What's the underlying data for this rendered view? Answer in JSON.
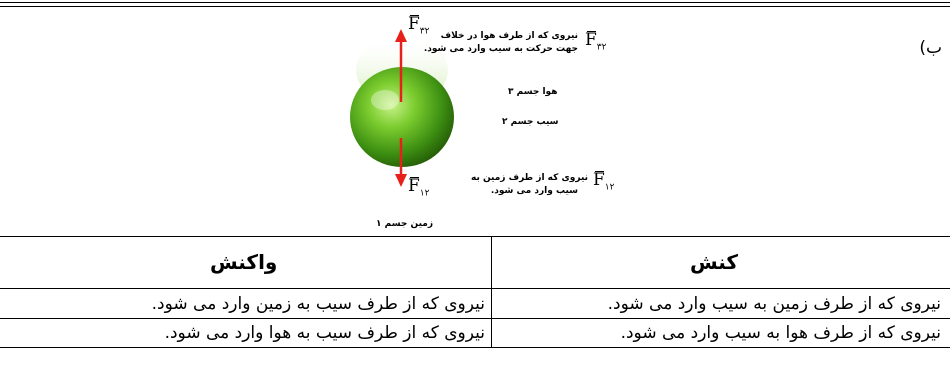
{
  "figure": {
    "part_label": "ب)",
    "force_32_symbol": "F",
    "force_32_sub": "۳۲",
    "force_12_symbol": "F",
    "force_12_sub": "۱۲",
    "caption_32_line1": "نیروی که از طرف هوا در خلاف",
    "caption_32_line2": "جهت حرکت به سیب وارد می شود.",
    "caption_12_line1": "نیروی که از طرف زمین به",
    "caption_12_line2": "سیب وارد می شود.",
    "air_label": "هوا جسم ۳",
    "apple_label": "سیب جسم ۲",
    "earth_label": "زمین جسم ۱",
    "arrow_color": "#e8201c"
  },
  "table": {
    "header_action": "کنش",
    "header_reaction": "واکنش",
    "rows": [
      {
        "action": "نیروی که از طرف زمین به سیب وارد می شود.",
        "reaction": "نیروی که از طرف سیب به زمین وارد می شود."
      },
      {
        "action": "نیروی که از طرف هوا به سیب وارد می شود.",
        "reaction": "نیروی که از طرف سیب به هوا وارد می شود."
      }
    ]
  }
}
